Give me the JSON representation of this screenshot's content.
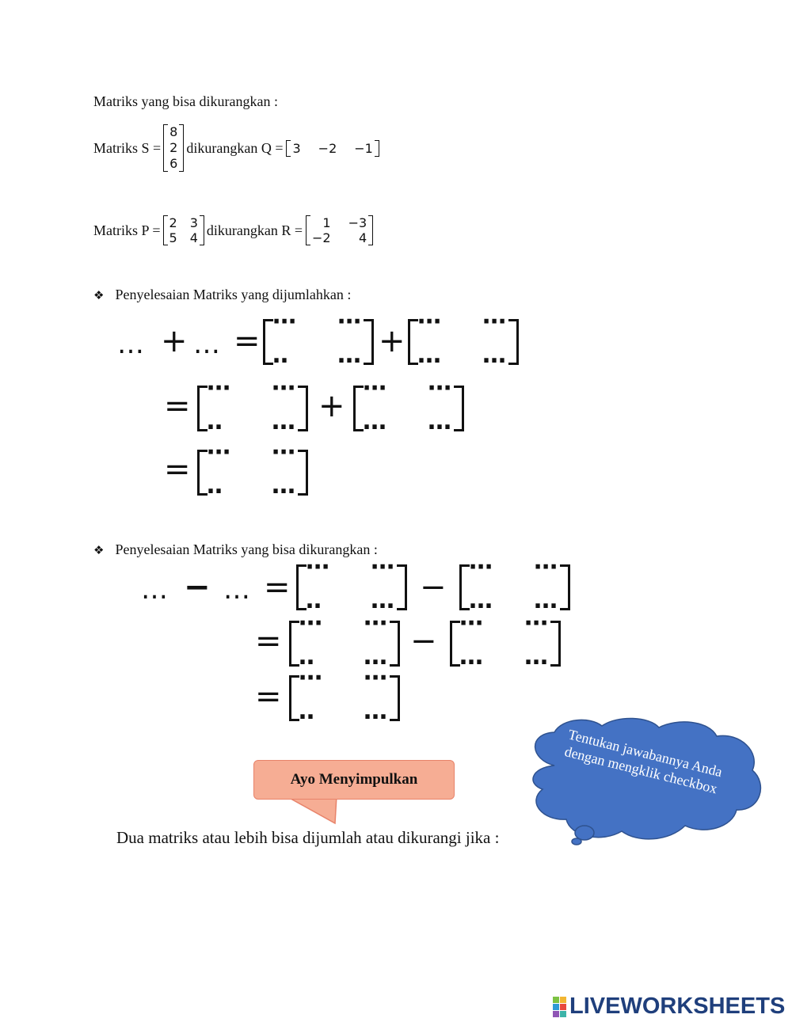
{
  "heading_sub": "Matriks yang bisa dikurangkan :",
  "line_s": {
    "prefix": "Matriks S =",
    "s_values": [
      "8",
      "2",
      "6"
    ],
    "mid": "dikurangkan Q =",
    "q_values": [
      "3",
      "−2",
      "−1"
    ]
  },
  "line_p": {
    "prefix": "Matriks P =",
    "p_values": [
      "2",
      "3",
      "5",
      "4"
    ],
    "mid": "dikurangkan R =",
    "r_values": [
      "1",
      "−3",
      "−2",
      "4"
    ]
  },
  "section_add": {
    "bullet": "❖",
    "label": "Penyelesaian Matriks yang dijumlahkan :"
  },
  "section_sub": {
    "bullet": "❖",
    "label": "Penyelesaian Matriks yang bisa dikurangkan :"
  },
  "placeholder": {
    "ellipsis": "…",
    "top_dots": "⋯",
    "bottom_short": "‥",
    "bottom_dots": "…",
    "plus": "+",
    "minus": "−",
    "equals": "="
  },
  "callout": {
    "label": "Ayo Menyimpulkan"
  },
  "conclusion": "Dua matriks atau lebih bisa dijumlah atau dikurangi jika :",
  "cloud": {
    "text": "Tentukan jawabannya Anda dengan mengklik checkbox",
    "color": "#4472c4"
  },
  "brand": {
    "name": "LIVEWORKSHEETS",
    "color": "#1f3f7c"
  }
}
